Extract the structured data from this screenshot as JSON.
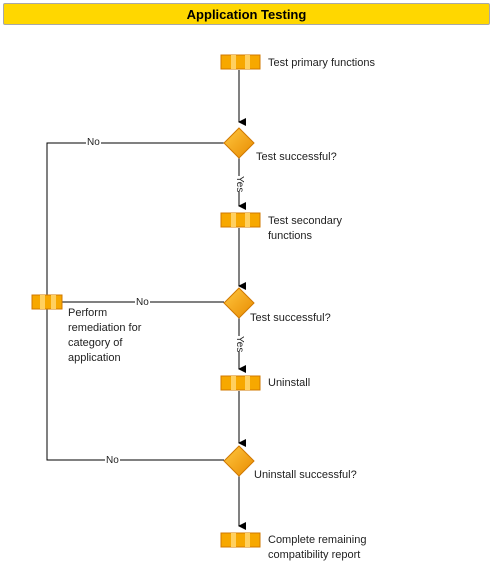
{
  "title": "Application Testing",
  "nodes": {
    "test_primary": "Test primary functions",
    "decision1": "Test successful?",
    "test_secondary_1": "Test secondary",
    "test_secondary_2": "functions",
    "decision2": "Test successful?",
    "remediation_1": "Perform",
    "remediation_2": "remediation for",
    "remediation_3": "category of",
    "remediation_4": "application",
    "uninstall": "Uninstall",
    "decision3": "Uninstall successful?",
    "complete_1": "Complete remaining",
    "complete_2": "compatibility report"
  },
  "edges": {
    "no1": "No",
    "no2": "No",
    "no3": "No",
    "yes1": "Yes",
    "yes2": "Yes"
  },
  "colors": {
    "title_bg": "#ffd700",
    "process_fill": "#f7a800",
    "process_stripe": "#ffd060",
    "decision_fill": "#f5a100",
    "line": "#000000"
  }
}
